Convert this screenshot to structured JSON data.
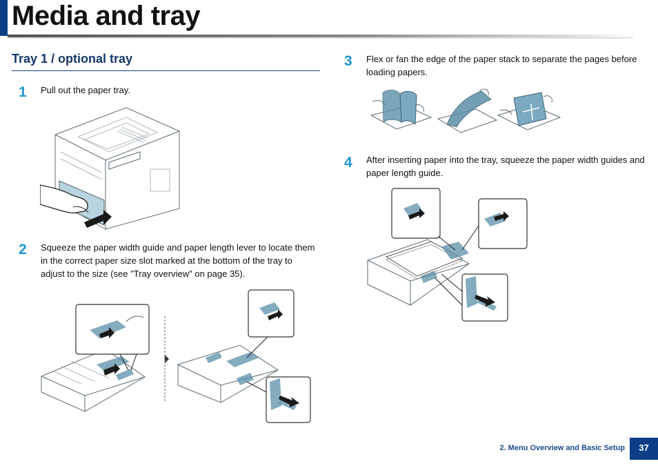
{
  "page": {
    "title": "Media and tray",
    "section_heading": "Tray 1 / optional tray"
  },
  "steps": [
    {
      "number": "1",
      "text": "Pull out the paper tray."
    },
    {
      "number": "2",
      "text": "Squeeze the paper width guide and paper length lever to locate them in the correct paper size slot marked at the bottom of the tray to adjust to the size (see \"Tray overview\" on page 35)."
    },
    {
      "number": "3",
      "text": "Flex or fan the edge of the paper stack to separate the pages before loading papers."
    },
    {
      "number": "4",
      "text": "After inserting paper into the tray, squeeze the paper width guides and paper length guide."
    }
  ],
  "footer": {
    "chapter": "2. Menu Overview and Basic Setup",
    "page_number": "37"
  },
  "colors": {
    "brand_blue": "#0b3e86",
    "step_number": "#1f95cf",
    "guide_blue": "#5b8fa8"
  }
}
